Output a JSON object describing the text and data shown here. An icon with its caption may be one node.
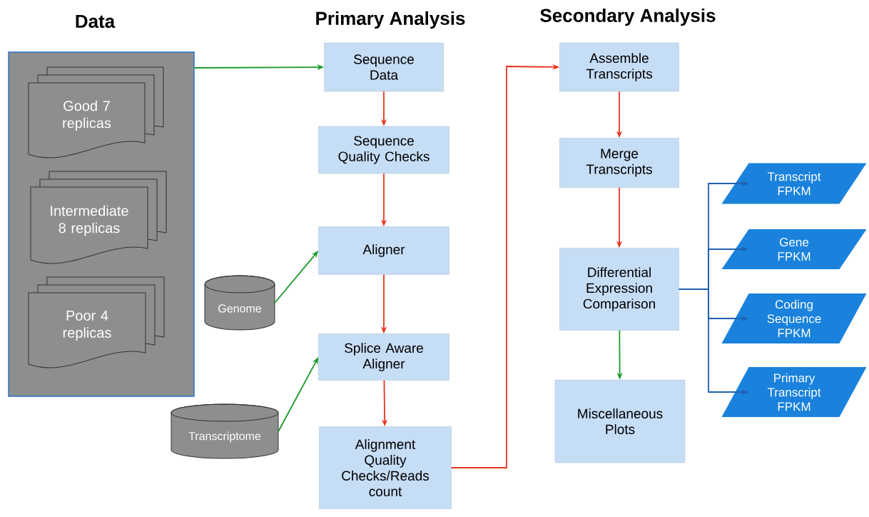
{
  "diagram": {
    "nodes": [
      {
        "text": [
          "Data"
        ]
      },
      {
        "text": [
          "Good 7 replicas"
        ],
        "in": 0
      },
      {
        "text": [
          "Intermediate 8 replicas"
        ],
        "in": 0
      },
      {
        "text": [
          "Poor 4 replicas"
        ],
        "in": 0
      },
      {
        "text": [
          "Genome"
        ]
      },
      {
        "text": [
          "Transcriptome"
        ]
      },
      {
        "text": [
          "Sequence Data"
        ]
      },
      {
        "text": [
          "Sequence Quality Checks"
        ]
      },
      {
        "text": [
          "Aligner"
        ]
      },
      {
        "text": [
          "Splice Aware Aligner"
        ]
      },
      {
        "text": [
          "Alignment Quality Checks/Reads count"
        ]
      },
      {
        "text": [
          "Assemble Transcripts"
        ]
      },
      {
        "text": [
          "Merge Transcripts"
        ]
      },
      {
        "text": [
          "Differential Expression Comparison"
        ]
      },
      {
        "text": [
          "Miscellaneous Plots"
        ]
      },
      {
        "text": [
          "Transcript FPKM"
        ]
      },
      {
        "text": [
          "Gene FPKM"
        ]
      },
      {
        "text": [
          "Coding Sequence FPKM"
        ]
      },
      {
        "text": [
          "Primary Transcript FPKM"
        ]
      }
    ],
    "edges": [
      {
        "from": 0,
        "to": 6,
        "arrow": "to",
        "color": "#1a9a2a"
      },
      {
        "from": 6,
        "to": 7,
        "arrow": "to"
      },
      {
        "from": 7,
        "to": 8,
        "arrow": "to"
      },
      {
        "from": 4,
        "to": 8,
        "arrow": "to",
        "color": "#1a9a2a"
      },
      {
        "from": 8,
        "to": 9,
        "arrow": "to"
      },
      {
        "from": 5,
        "to": 9,
        "arrow": "to",
        "color": "#1a9a2a"
      },
      {
        "from": 9,
        "to": 10,
        "arrow": "to"
      },
      {
        "from": 10,
        "to": 11,
        "arrow": "to"
      },
      {
        "from": 11,
        "to": 12,
        "arrow": "to"
      },
      {
        "from": 12,
        "to": 13,
        "arrow": "to"
      },
      {
        "from": 13,
        "to": 14,
        "arrow": "to",
        "color": "#1a9a2a"
      },
      {
        "from": 13,
        "to": 15,
        "arrow": "to",
        "color": "#1f5fb0"
      },
      {
        "from": 13,
        "to": 16,
        "arrow": "to",
        "color": "#1f5fb0"
      },
      {
        "from": 13,
        "to": 17,
        "arrow": "to",
        "color": "#1f5fb0"
      },
      {
        "from": 13,
        "to": 18,
        "arrow": "to",
        "color": "#1f5fb0"
      }
    ],
    "labels": [
      "Primary Analysis",
      "Secondary Analysis"
    ]
  }
}
